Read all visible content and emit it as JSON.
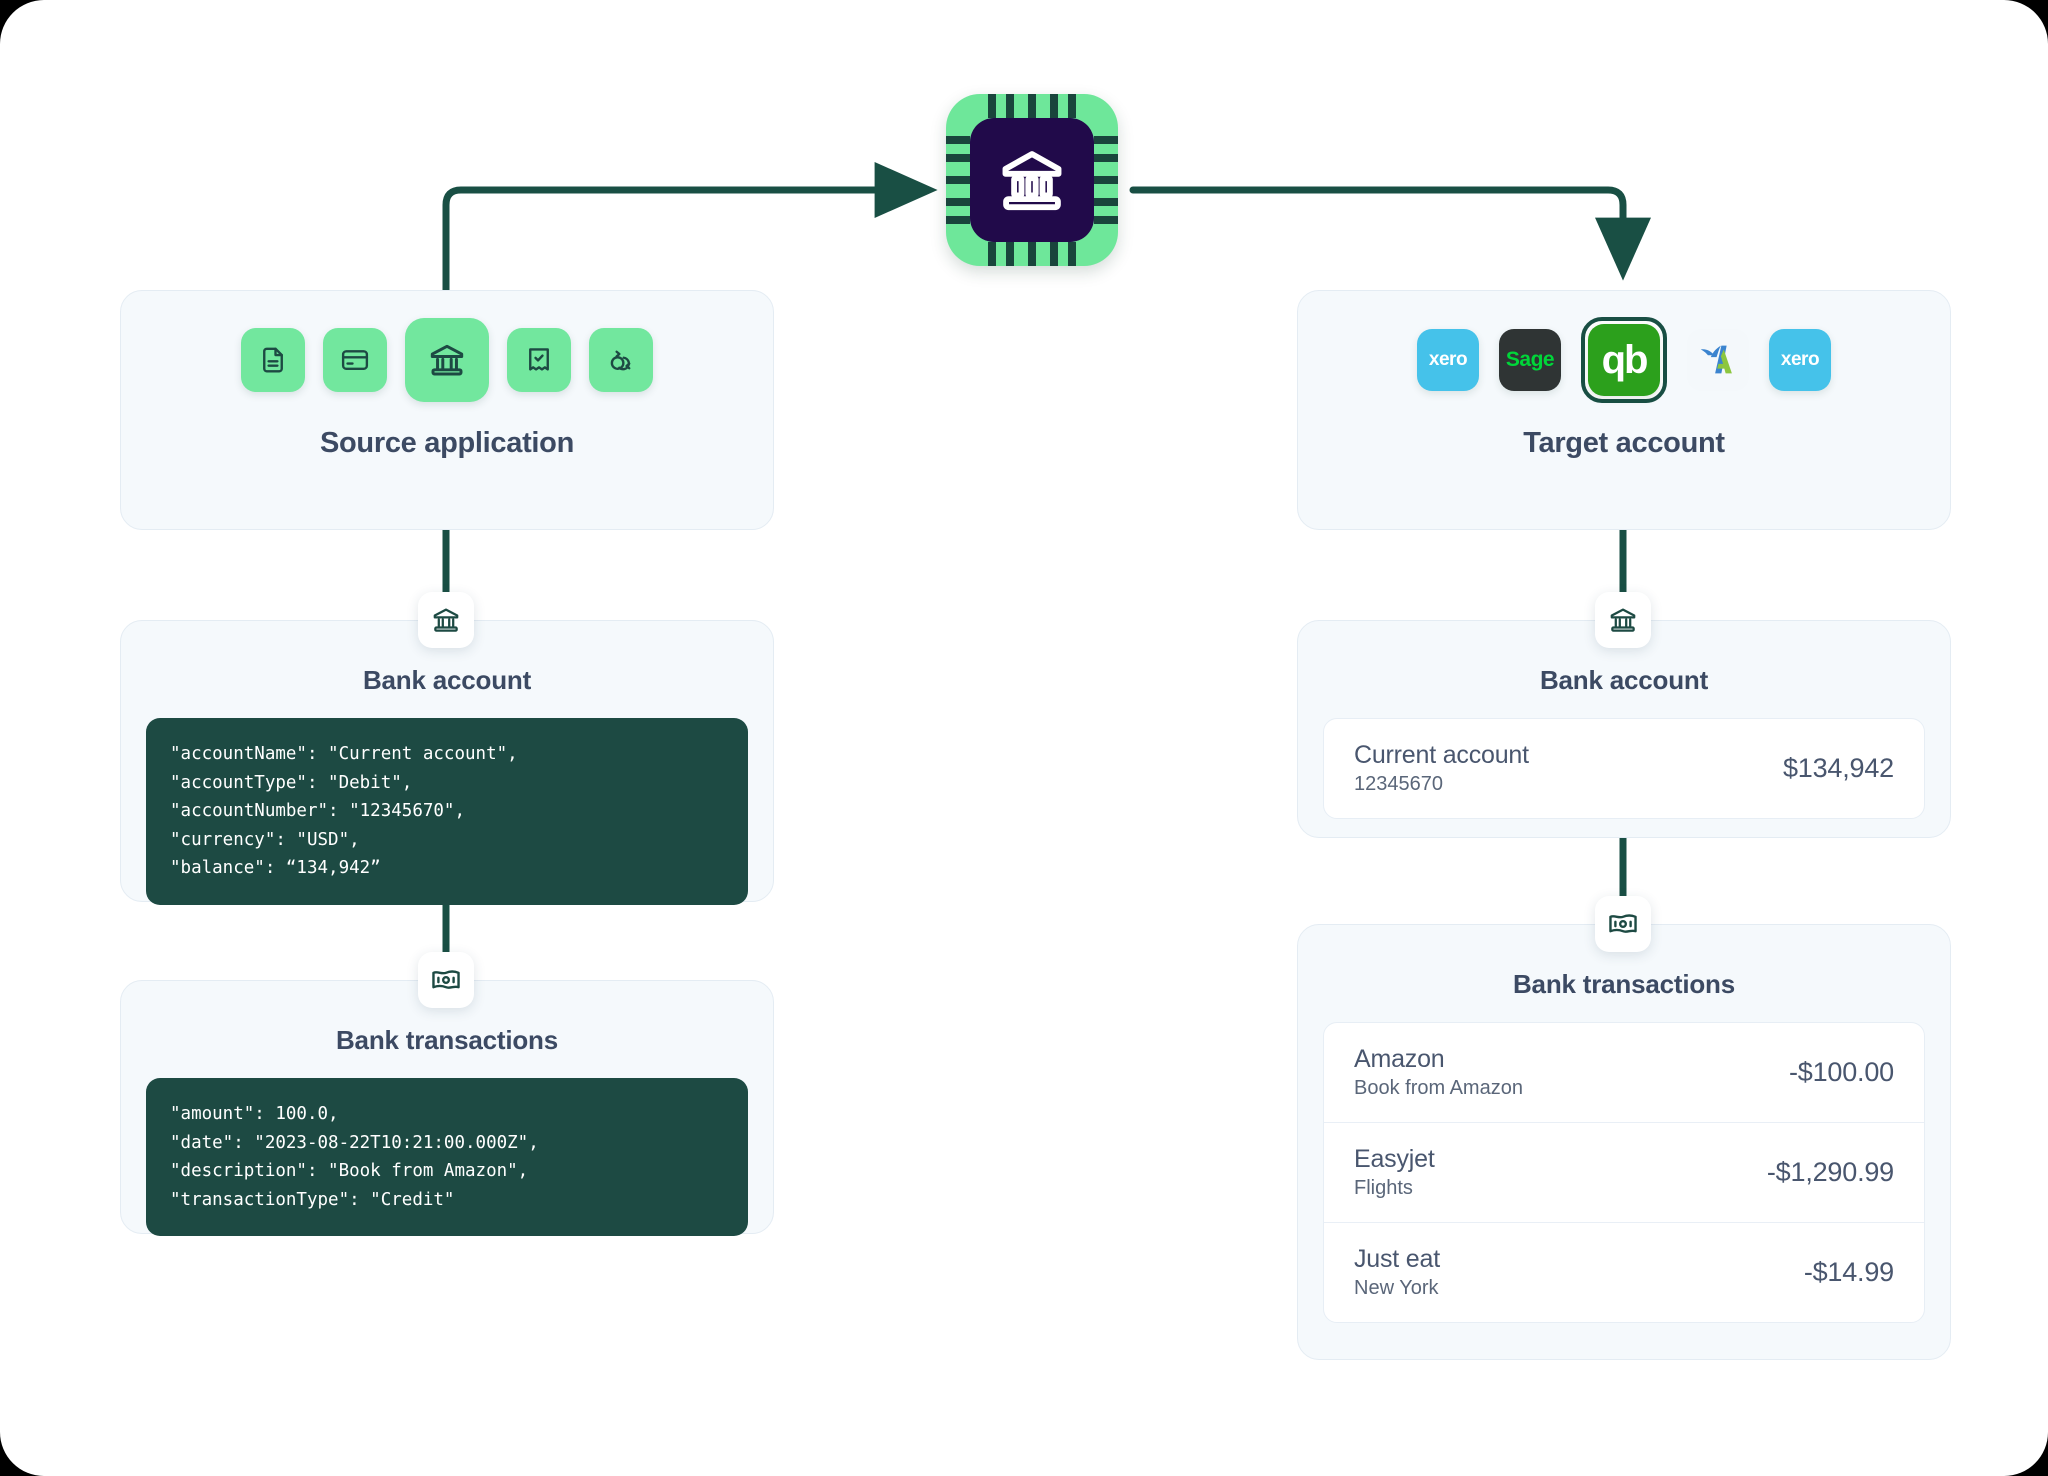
{
  "diagram": {
    "hub": {
      "icon": "bank-chip-icon"
    },
    "source_panel": {
      "title": "Source application",
      "apps": [
        {
          "icon": "document-icon",
          "selected": false
        },
        {
          "icon": "credit-card-icon",
          "selected": false
        },
        {
          "icon": "bank-icon",
          "selected": true
        },
        {
          "icon": "receipt-check-icon",
          "selected": false
        },
        {
          "icon": "transfer-sync-icon",
          "selected": false
        }
      ]
    },
    "target_panel": {
      "title": "Target account",
      "apps": [
        {
          "icon": "xero-logo",
          "label": "xero",
          "selected": false
        },
        {
          "icon": "sage-logo",
          "label": "Sage",
          "selected": false
        },
        {
          "icon": "quickbooks-logo",
          "label": "qb",
          "selected": true
        },
        {
          "icon": "freeagent-logo",
          "label": "",
          "selected": false
        },
        {
          "icon": "xero-logo",
          "label": "xero",
          "selected": false
        }
      ]
    },
    "source_bank_account": {
      "badge_icon": "bank-icon",
      "title": "Bank account",
      "code": "\"accountName\": \"Current account\",\n\"accountType\": \"Debit\",\n\"accountNumber\": \"12345670\",\n\"currency\": \"USD\",\n\"balance\": “134,942”"
    },
    "source_bank_transactions": {
      "badge_icon": "banknote-icon",
      "title": "Bank transactions",
      "code": "\"amount\": 100.0,\n\"date\": \"2023-08-22T10:21:00.000Z\",\n\"description\": \"Book from Amazon\",\n\"transactionType\": \"Credit\""
    },
    "target_bank_account": {
      "badge_icon": "bank-icon",
      "title": "Bank account",
      "rows": [
        {
          "name": "Current account",
          "sub": "12345670",
          "amount": "$134,942"
        }
      ]
    },
    "target_bank_transactions": {
      "badge_icon": "banknote-icon",
      "title": "Bank transactions",
      "rows": [
        {
          "name": "Amazon",
          "sub": "Book from Amazon",
          "amount": "-$100.00"
        },
        {
          "name": "Easyjet",
          "sub": "Flights",
          "amount": "-$1,290.99"
        },
        {
          "name": "Just eat",
          "sub": "New York",
          "amount": "-$14.99"
        }
      ]
    },
    "colors": {
      "accent_green": "#72e79e",
      "dark_green": "#194f44",
      "code_bg": "#1d4a43",
      "panel_bg": "#f5f9fc",
      "text": "#3c4a63",
      "chip_purple": "#210a4a",
      "xero_blue": "#45c2ea",
      "sage_dark": "#2f3434",
      "sage_green": "#00d639",
      "qb_green": "#2ca01c"
    }
  }
}
